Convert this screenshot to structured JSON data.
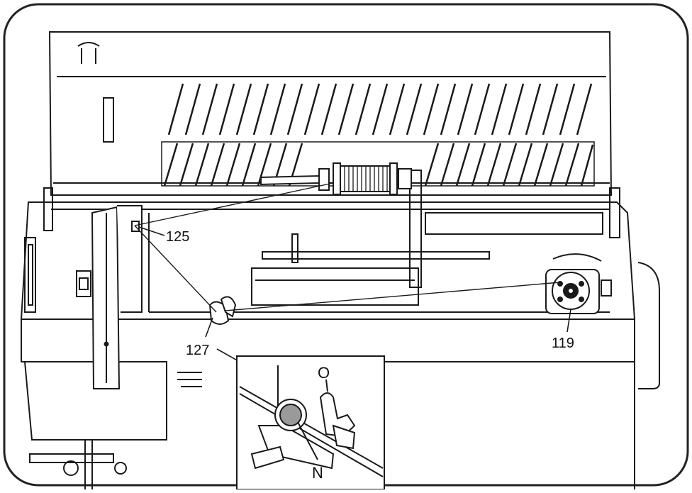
{
  "figure": {
    "style": "black-and-white line drawing",
    "subject_labels": {
      "thread_guide": "125",
      "tension_disc": "127",
      "bobbin_winder": "119",
      "detail_O": "O",
      "detail_N": "N"
    },
    "colors": {
      "ink": "#1a1a1a",
      "paper": "#ffffff",
      "frame": "#222222"
    }
  }
}
